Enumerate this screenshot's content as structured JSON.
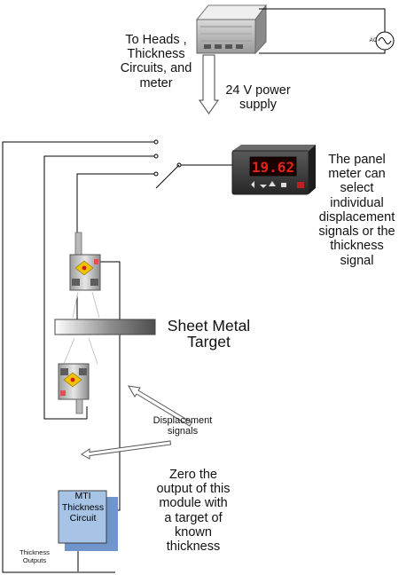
{
  "labels": {
    "heads_line1": "To Heads ,",
    "heads_line2": "Thickness",
    "heads_line3": "Circuits, and",
    "heads_line4": "meter",
    "supply_line1": "24 V power",
    "supply_line2": "supply",
    "ac": "AC",
    "panel_line1": "The panel",
    "panel_line2": "meter can",
    "panel_line3": "select",
    "panel_line4": "individual",
    "panel_line5": "displacement",
    "panel_line6": "signals or the",
    "panel_line7": "thickness",
    "panel_line8": "signal",
    "target_line1": "Sheet Metal",
    "target_line2": "Target",
    "disp_line1": "Displacement",
    "disp_line2": "signals",
    "zero_line1": "Zero the",
    "zero_line2": "output of this",
    "zero_line3": "module with",
    "zero_line4": "a target of",
    "zero_line5": "known",
    "zero_line6": "thickness",
    "mti_line1": "MTI",
    "mti_line2": "Thickness",
    "mti_line3": "Circuit",
    "outputs_line1": "Thickness",
    "outputs_line2": "Outputs"
  },
  "meter": {
    "reading": "19.62"
  },
  "colors": {
    "module_fill": "#a7c4e6",
    "module_shadow": "#6f95cc",
    "meter_display": "#e2231a",
    "sensor_accent": "#f2c200"
  }
}
